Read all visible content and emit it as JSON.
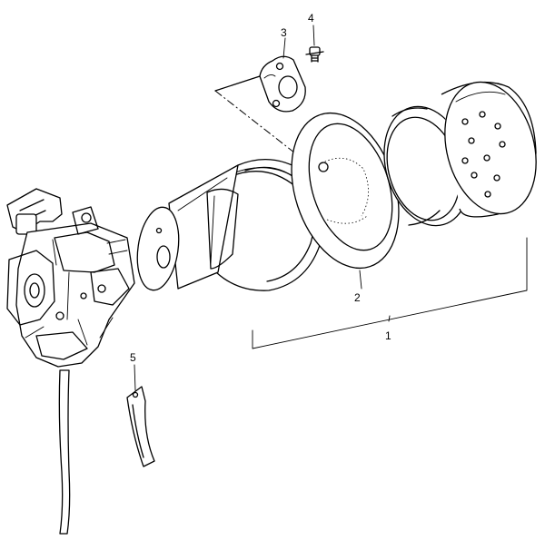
{
  "callouts": [
    {
      "id": "c1",
      "label": "1"
    },
    {
      "id": "c2",
      "label": "2"
    },
    {
      "id": "c3",
      "label": "3"
    },
    {
      "id": "c4",
      "label": "4"
    },
    {
      "id": "c5",
      "label": "5"
    }
  ]
}
